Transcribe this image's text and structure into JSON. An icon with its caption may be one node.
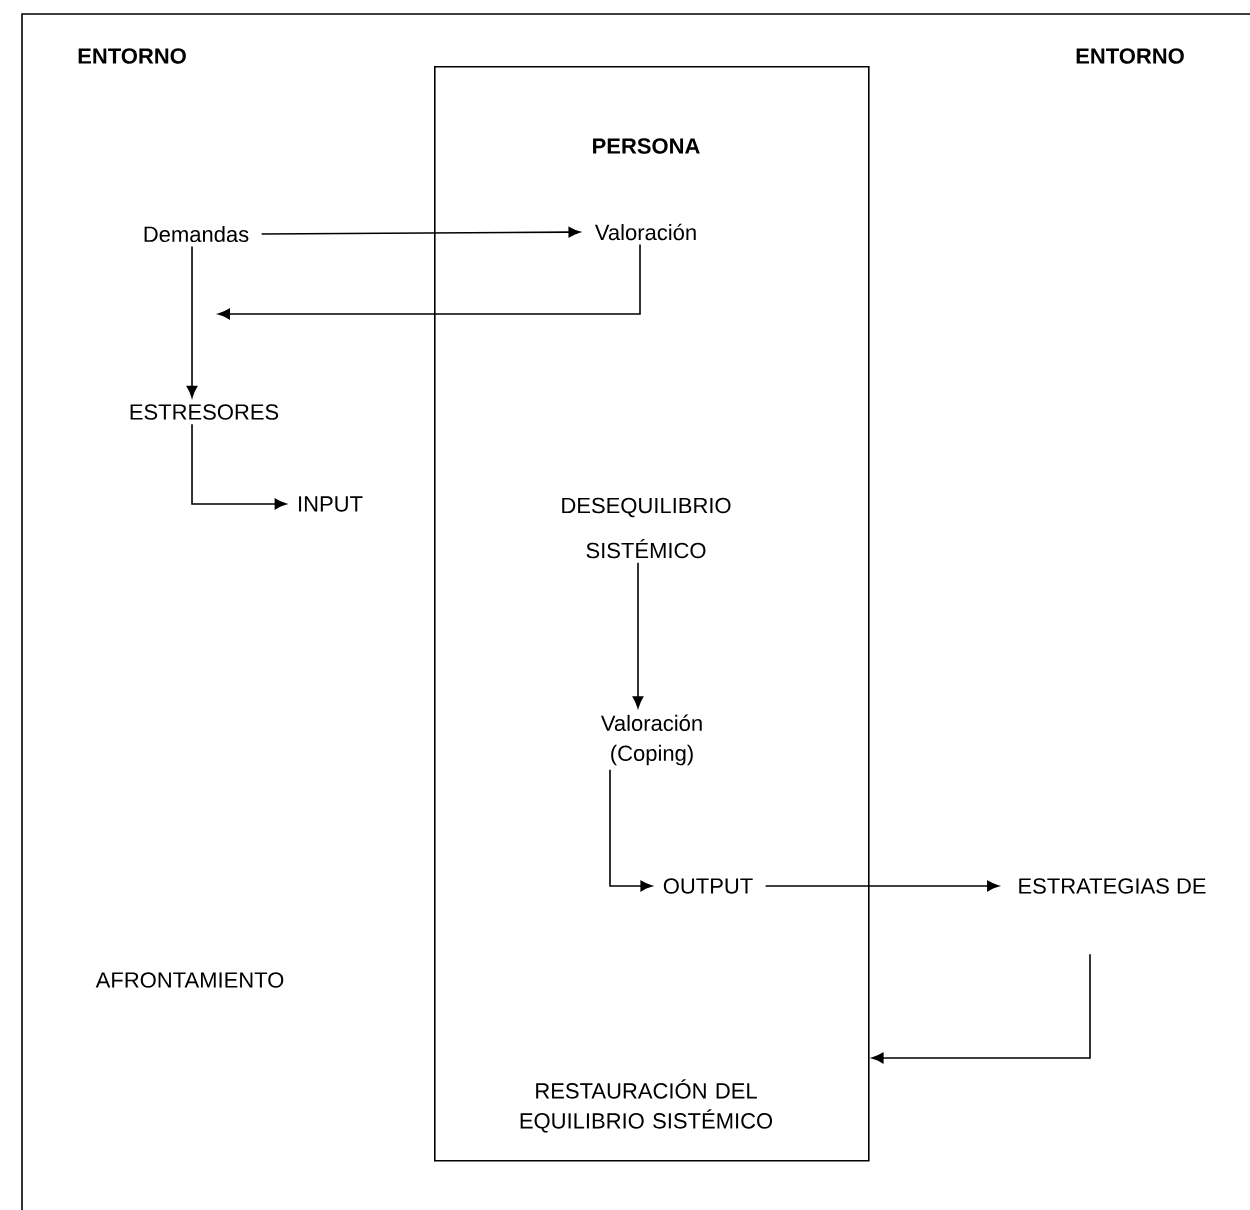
{
  "diagram": {
    "nodes": [
      {
        "text": [
          "PERSONA"
        ]
      },
      {
        "text": [
          "Demandas"
        ]
      },
      {
        "text": [
          "Valoración"
        ],
        "in": 0
      },
      {
        "text": [
          "ESTRESORES"
        ]
      },
      {
        "text": [
          "INPUT"
        ]
      },
      {
        "text": [
          "DESEQUILIBRIO SISTÉMICO"
        ],
        "in": 0
      },
      {
        "text": [
          "Valoración (Coping)"
        ],
        "in": 0
      },
      {
        "text": [
          "OUTPUT"
        ],
        "in": 0
      },
      {
        "text": [
          "ESTRATEGIAS DE"
        ]
      },
      {
        "text": [
          "RESTAURACIÓN DEL EQUILIBRIO SISTÉMICO"
        ],
        "in": 0
      }
    ],
    "edges": [
      {
        "from": 1,
        "to": 2,
        "arrow": "to"
      },
      {
        "from": 2,
        "to": null,
        "arrow": "to"
      },
      {
        "from": 1,
        "to": 3,
        "arrow": "to"
      },
      {
        "from": 3,
        "to": 4,
        "arrow": "to"
      },
      {
        "from": 5,
        "to": 6,
        "arrow": "to"
      },
      {
        "from": 6,
        "to": 7,
        "arrow": "to"
      },
      {
        "from": 7,
        "to": 8,
        "arrow": "to"
      },
      {
        "from": 8,
        "to": 0,
        "arrow": "to"
      }
    ],
    "labels": [
      "ENTORNO",
      "ENTORNO",
      "AFRONTAMIENTO"
    ]
  }
}
